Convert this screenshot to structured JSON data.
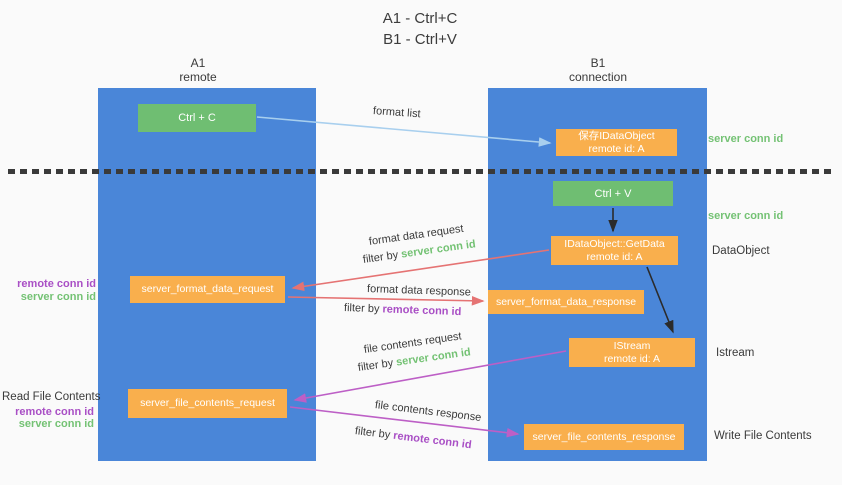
{
  "title": {
    "line1": "A1 - Ctrl+C",
    "line2": "B1 - Ctrl+V"
  },
  "lanes": {
    "left": {
      "title": "A1",
      "subtitle": "remote"
    },
    "right": {
      "title": "B1",
      "subtitle": "connection"
    }
  },
  "nodes": {
    "ctrl_c": {
      "label": "Ctrl + C"
    },
    "ctrl_v": {
      "label": "Ctrl + V"
    },
    "save_idataobject": {
      "line1": "保存IDataObject",
      "line2": "remote id: A"
    },
    "getdata": {
      "line1": "IDataObject::GetData",
      "line2": "remote id: A"
    },
    "istream": {
      "line1": "IStream",
      "line2": "remote id: A"
    },
    "server_format_data_request": {
      "label": "server_format_data_request"
    },
    "server_format_data_response": {
      "label": "server_format_data_response"
    },
    "server_file_contents_request": {
      "label": "server_file_contents_request"
    },
    "server_file_contents_response": {
      "label": "server_file_contents_response"
    }
  },
  "arrow_labels": {
    "format_list": "format list",
    "format_data_request": "format data request",
    "format_data_response": "format data response",
    "file_contents_request": "file contents request",
    "file_contents_response": "file contents response",
    "filter_by": "filter by",
    "server_conn_id": "server conn id",
    "remote_conn_id": "remote conn id"
  },
  "side_labels": {
    "right_server_conn_top": "server conn id",
    "right_server_conn_mid": "server conn id",
    "right_dataobject": "DataObject",
    "right_istream": "Istream",
    "right_write_file": "Write File Contents",
    "left_remote_conn_mid": "remote conn id",
    "left_server_conn_mid": "server conn id",
    "left_read_file": "Read File Contents",
    "left_remote_conn_bottom": "remote conn id",
    "left_server_conn_bottom": "server conn id"
  },
  "colors": {
    "lane_blue": "#4a86d8",
    "box_green": "#6fbe72",
    "box_orange": "#f9af4d",
    "conn_green": "#74c274",
    "conn_purple": "#a94fc5",
    "arrow_blue": "#a8cfee",
    "arrow_red": "#e57373",
    "arrow_magenta": "#bd5fc6",
    "arrow_black": "#2b2b2b",
    "text_dark": "#3a3a3a",
    "background": "#fafafa"
  }
}
